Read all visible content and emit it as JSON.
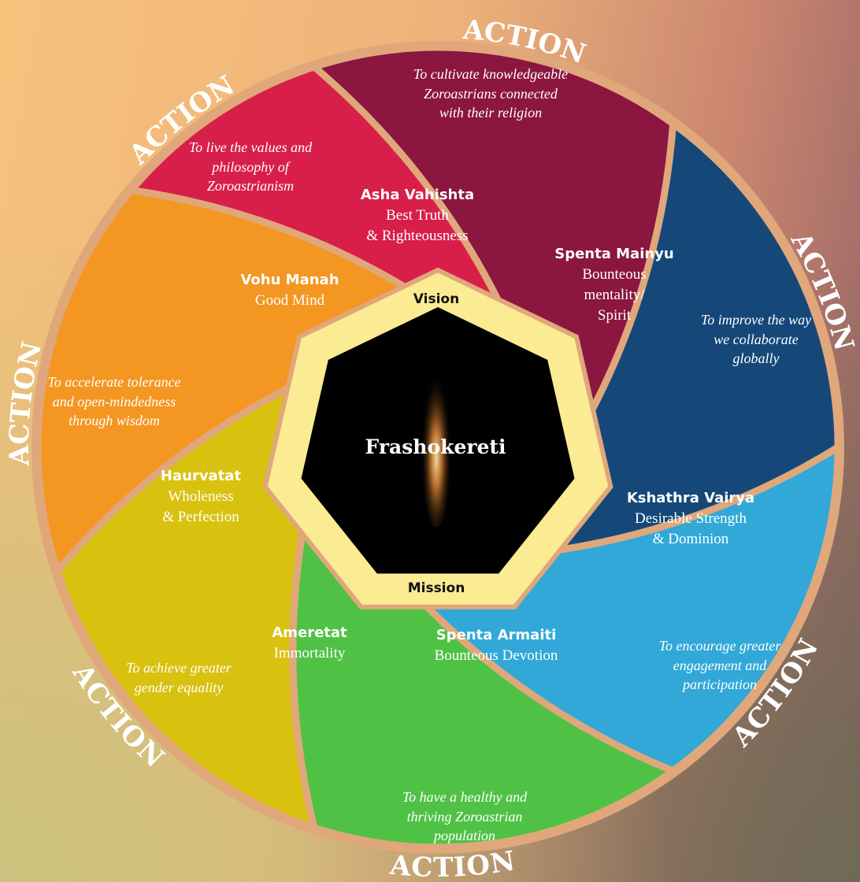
{
  "center": {
    "title": "Frashokereti",
    "top_label": "Vision",
    "bottom_label": "Mission"
  },
  "action_word": "ACTION",
  "segments": [
    {
      "color": "#d81f4a",
      "name": "Asha Vahishta",
      "line1": "Best Truth",
      "line2": "& Righteousness",
      "goal": "To live the values and\nphilosophy of\nZoroastrianism"
    },
    {
      "color": "#8b1640",
      "name": "Spenta Mainyu",
      "line1": "Bounteous",
      "line2": "mentality/",
      "line3": "Spirit",
      "goal": "To cultivate knowledgeable\nZoroastrians connected\nwith their religion"
    },
    {
      "color": "#154879",
      "name": "Kshathra Vairya",
      "line1": "Desirable Strength",
      "line2": "& Dominion",
      "goal": "To improve the way\nwe collaborate\nglobally"
    },
    {
      "color": "#31a8d8",
      "name": "Spenta Armaiti",
      "line1": "Bounteous Devotion",
      "goal": "To encourage greater\nengagement and\nparticipation"
    },
    {
      "color": "#4fc245",
      "name": "Ameretat",
      "line1": "Immortality",
      "goal": "To have a healthy and\nthriving Zoroastrian\npopulation"
    },
    {
      "color": "#d9c10f",
      "name": "Haurvatat",
      "line1": "Wholeness",
      "line2": "& Perfection",
      "goal": "To achieve greater\ngender equality"
    },
    {
      "color": "#f49622",
      "name": "Vohu Manah",
      "line1": "Good Mind",
      "goal": "To accelerate tolerance\nand open-mindedness\nthrough wisdom"
    }
  ],
  "colors": {
    "outline": "#e0a77b",
    "octagon_fill": "#fbeb93",
    "octagon_dark": "#000000"
  }
}
